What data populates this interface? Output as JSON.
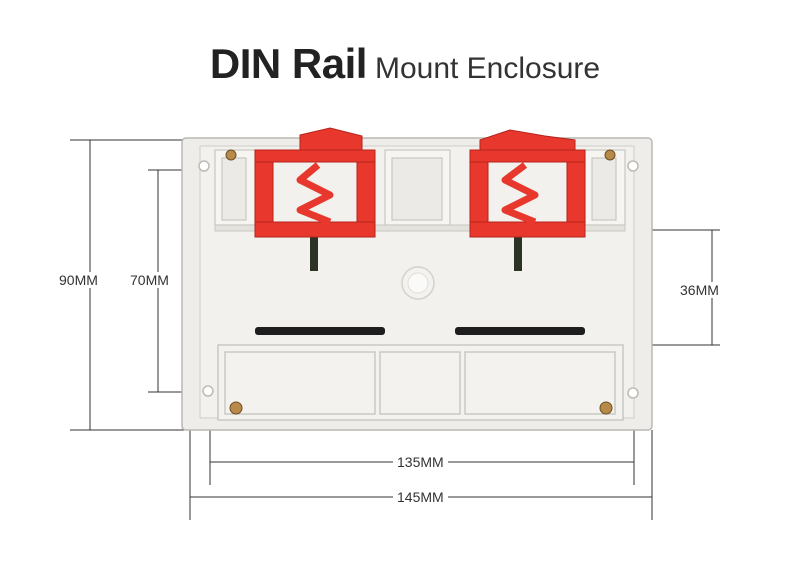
{
  "title": {
    "bold": "DIN Rail",
    "light": "Mount Enclosure"
  },
  "dimensions": {
    "height_outer": "90MM",
    "height_inner": "70MM",
    "rail_height": "36MM",
    "width_inner": "135MM",
    "width_outer": "145MM"
  },
  "colors": {
    "clip": "#e8382d",
    "body": "#ecebe8",
    "lines": "#333333"
  }
}
